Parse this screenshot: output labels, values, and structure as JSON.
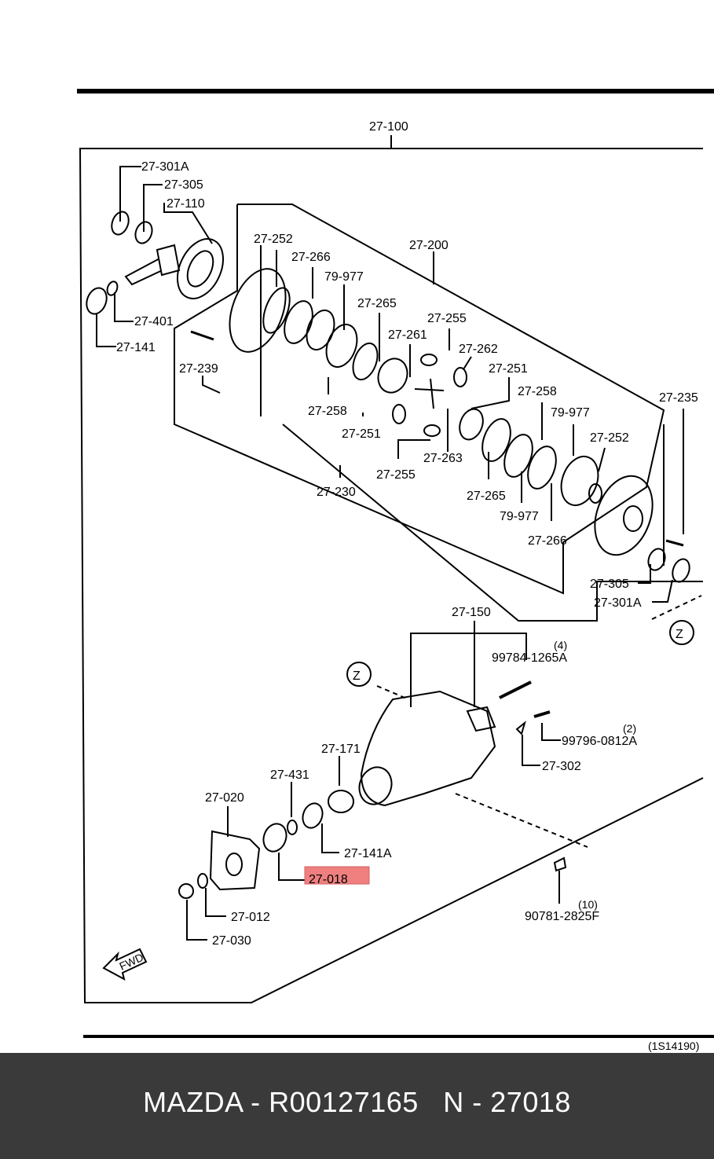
{
  "diagram": {
    "code": "(1S14190)",
    "fwd": "FWD",
    "zone": "Z",
    "highlight_color": "#f08080",
    "labels": {
      "p27100": "27-100",
      "p27301a_top": "27-301A",
      "p27305_top": "27-305",
      "p27110": "27-110",
      "p27401": "27-401",
      "p27141": "27-141",
      "p27239": "27-239",
      "p27252_top": "27-252",
      "p27266_top": "27-266",
      "p79977_top": "79-977",
      "p27200": "27-200",
      "p27265_top": "27-265",
      "p27255_top": "27-255",
      "p27261": "27-261",
      "p27262": "27-262",
      "p27251_right": "27-251",
      "p27258_left": "27-258",
      "p27251_left": "27-251",
      "p27263": "27-263",
      "p27255_bottom": "27-255",
      "p27230": "27-230",
      "p27258_right": "27-258",
      "p79977_right": "79-977",
      "p27252_right": "27-252",
      "p27235": "27-235",
      "p27265_bottom": "27-265",
      "p79977_bottom": "79-977",
      "p27266_bottom": "27-266",
      "p27305_bottom": "27-305",
      "p27301a_bottom": "27-301A",
      "p27150": "27-150",
      "q4": "(4)",
      "p99784": "99784-1265A",
      "q2": "(2)",
      "p99796": "99796-0812A",
      "p27302": "27-302",
      "p27171": "27-171",
      "p27431": "27-431",
      "p27020": "27-020",
      "p27141a": "27-141A",
      "p27018": "27-018",
      "p27012": "27-012",
      "p27030": "27-030",
      "q10": "(10)",
      "p90781": "90781-2825F"
    }
  },
  "footer": {
    "caption": "MAZDA - R00127165   N - 27018"
  }
}
